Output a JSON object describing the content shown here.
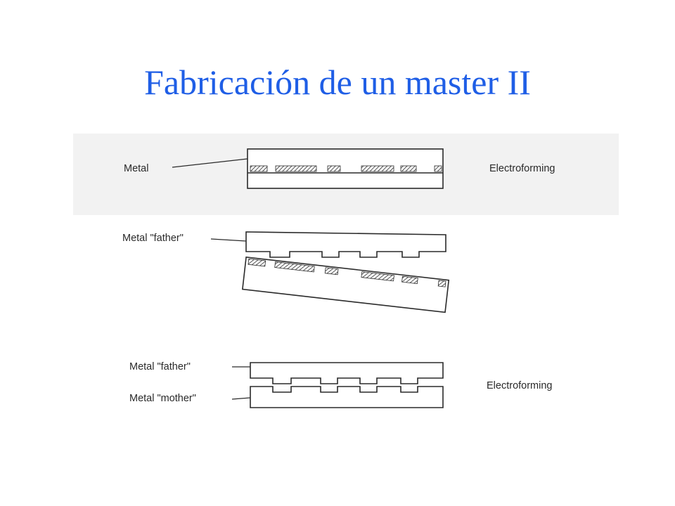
{
  "title": "Fabricación de un master II",
  "stages": [
    {
      "labels": [
        "Metal"
      ],
      "process": "Electroforming"
    },
    {
      "labels": [
        "Metal \"father\""
      ],
      "process": ""
    },
    {
      "labels": [
        "Metal \"father\"",
        "Metal \"mother\""
      ],
      "process": "Electroforming"
    }
  ],
  "colors": {
    "title": "#1f5ee6",
    "panel": "#f2f2f2",
    "ink": "#2a2a2a"
  }
}
